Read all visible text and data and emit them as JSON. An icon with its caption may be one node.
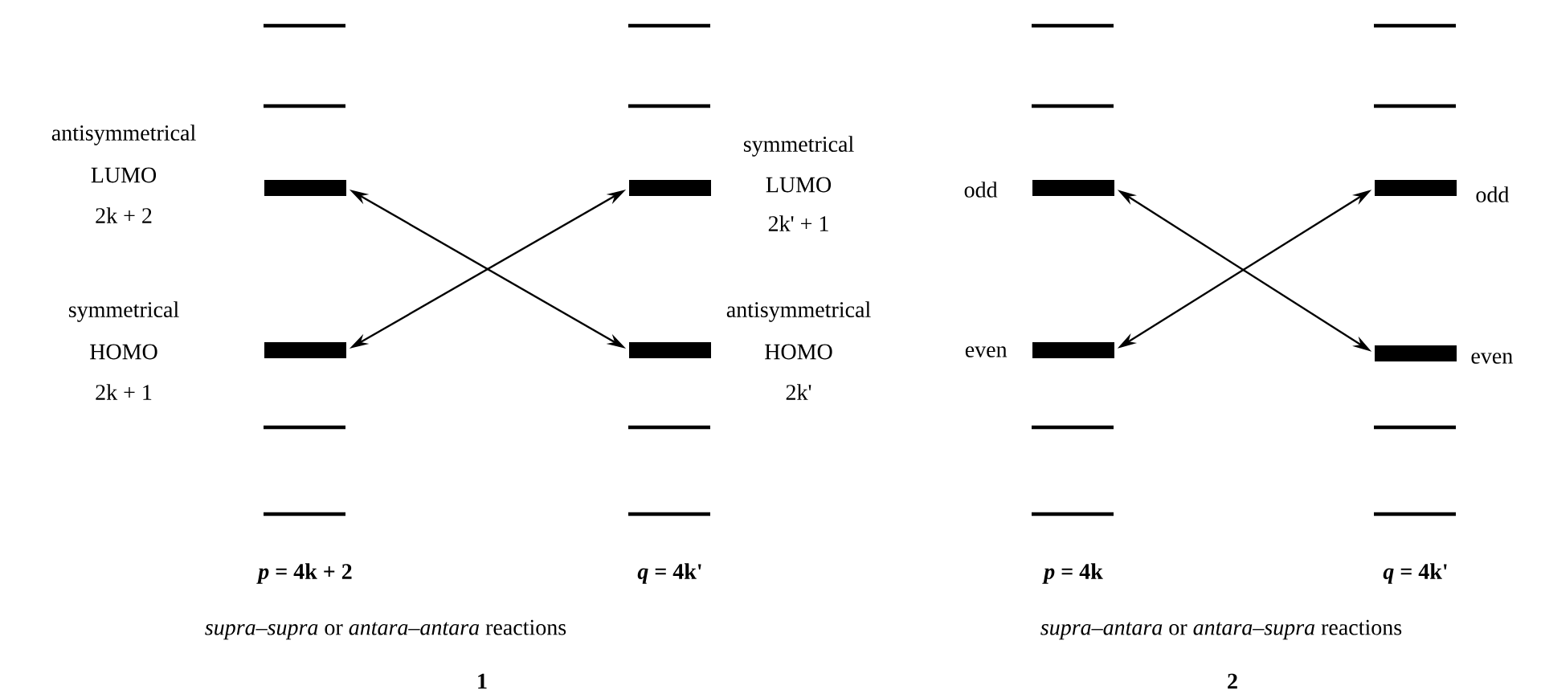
{
  "diagram": {
    "nodes": [
      {
        "text": [],
        "shape": "bar",
        "beside": [
          "antisymmetrical",
          "LUMO",
          "2k + 2"
        ]
      },
      {
        "text": [],
        "shape": "bar",
        "beside": [
          "symmetrical",
          "HOMO",
          "2k + 1"
        ]
      },
      {
        "text": [],
        "shape": "bar",
        "beside": [
          "symmetrical",
          "LUMO",
          "2k' + 1"
        ]
      },
      {
        "text": [],
        "shape": "bar",
        "beside": [
          "antisymmetrical",
          "HOMO",
          "2k'"
        ]
      },
      {
        "text": [],
        "shape": "bar",
        "beside": [
          "odd"
        ]
      },
      {
        "text": [],
        "shape": "bar",
        "beside": [
          "even"
        ]
      },
      {
        "text": [],
        "shape": "bar",
        "beside": [
          "odd"
        ]
      },
      {
        "text": [],
        "shape": "bar",
        "beside": [
          "even"
        ]
      }
    ],
    "edges": [
      {
        "from": 0,
        "to": 3,
        "arrow": "both"
      },
      {
        "from": 2,
        "to": 1,
        "arrow": "both"
      },
      {
        "from": 4,
        "to": 7,
        "arrow": "both"
      },
      {
        "from": 6,
        "to": 5,
        "arrow": "both"
      }
    ],
    "labels": [
      "*p* = 4k + 2",
      "*q* = 4k'",
      "*supra–supra* or *antara–antara*  reactions",
      "1",
      "*p* = 4k",
      "*q* = 4k'",
      "*supra–antara* or *antara–supra* reactions",
      "2"
    ]
  }
}
